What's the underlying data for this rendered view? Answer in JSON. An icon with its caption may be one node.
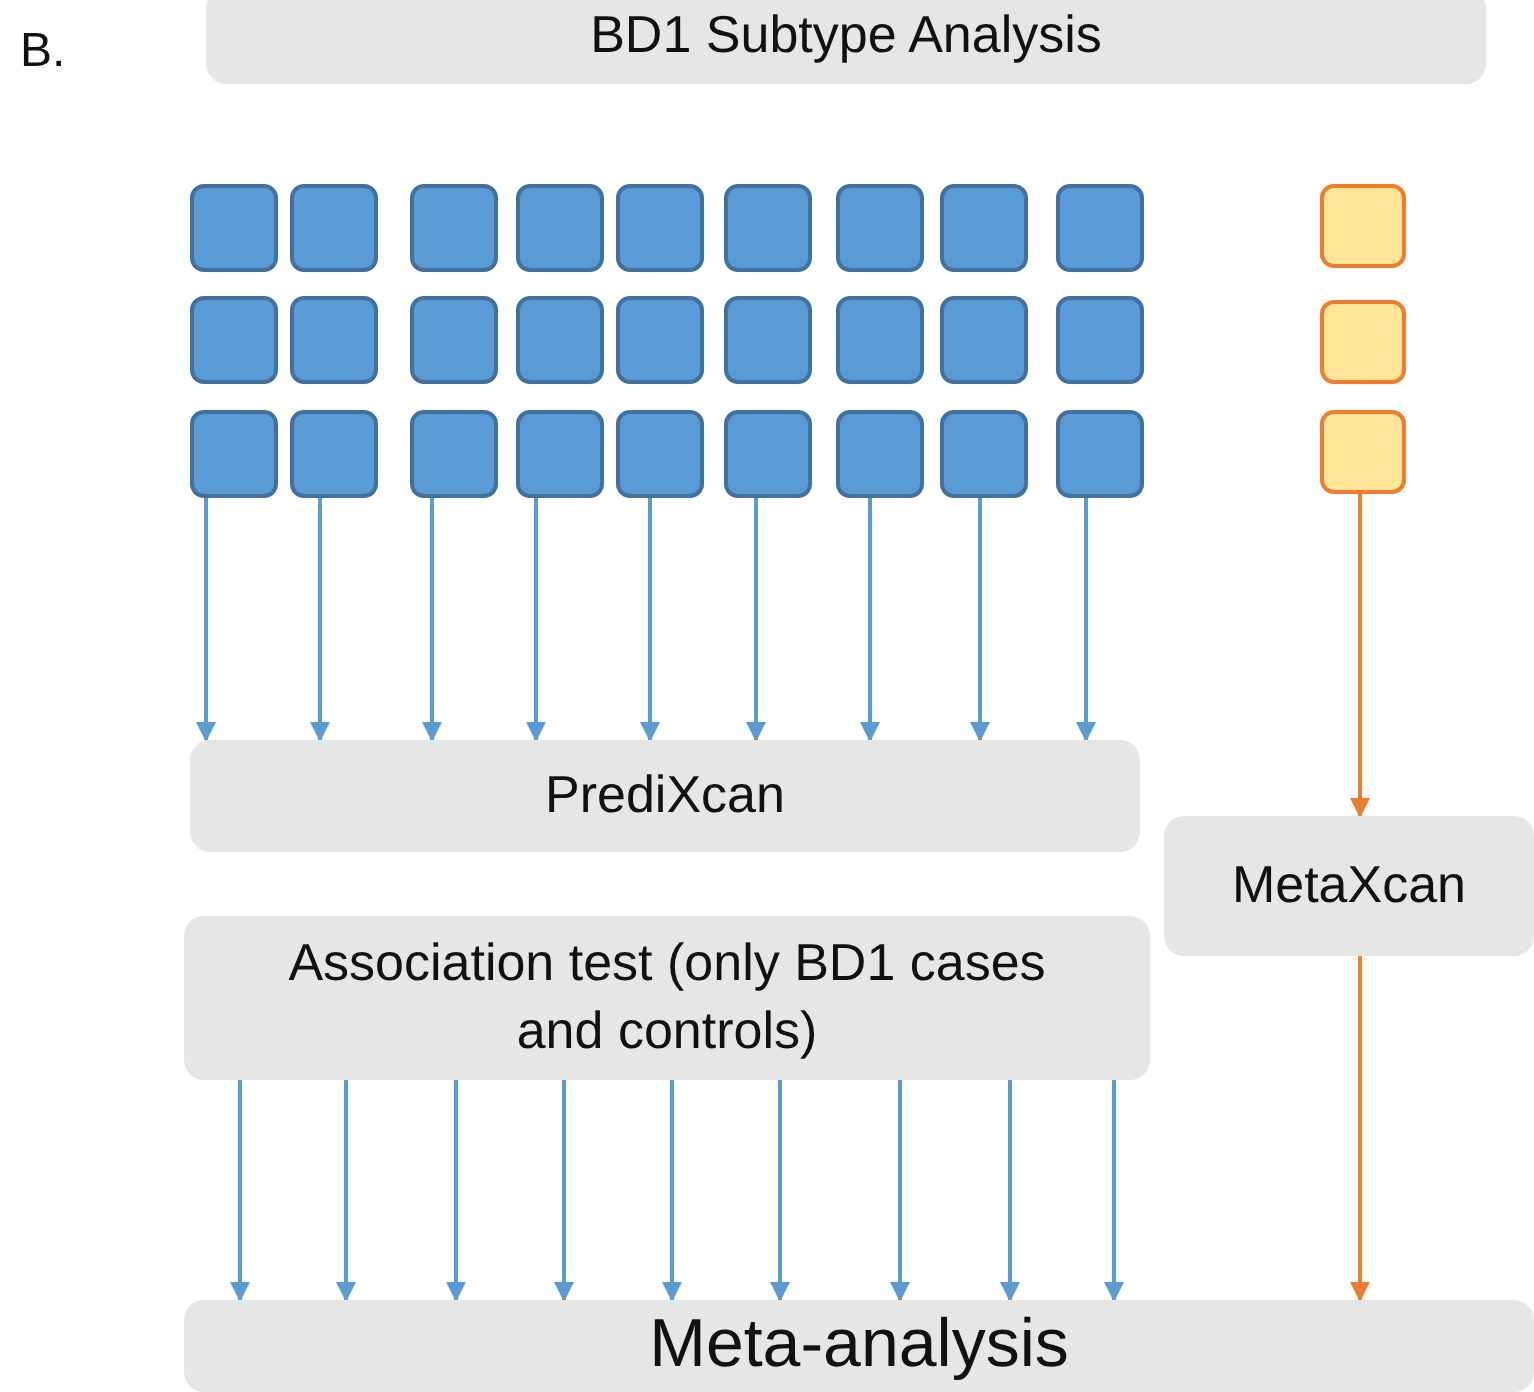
{
  "diagram": {
    "nodes": [
      {
        "text": [
          "BD1 Subtype Analysis"
        ]
      },
      {
        "text": [],
        "shape": "box"
      },
      {
        "text": [],
        "shape": "box"
      },
      {
        "text": [],
        "shape": "box"
      },
      {
        "text": [],
        "shape": "box"
      },
      {
        "text": [],
        "shape": "box"
      },
      {
        "text": [],
        "shape": "box"
      },
      {
        "text": [],
        "shape": "box"
      },
      {
        "text": [],
        "shape": "box"
      },
      {
        "text": [],
        "shape": "box"
      },
      {
        "text": [],
        "shape": "box"
      },
      {
        "text": [],
        "shape": "box"
      },
      {
        "text": [],
        "shape": "box"
      },
      {
        "text": [],
        "shape": "box"
      },
      {
        "text": [],
        "shape": "box"
      },
      {
        "text": [],
        "shape": "box"
      },
      {
        "text": [],
        "shape": "box"
      },
      {
        "text": [],
        "shape": "box"
      },
      {
        "text": [],
        "shape": "box"
      },
      {
        "text": [],
        "shape": "box"
      },
      {
        "text": [],
        "shape": "box"
      },
      {
        "text": [],
        "shape": "box"
      },
      {
        "text": [],
        "shape": "box"
      },
      {
        "text": [],
        "shape": "box"
      },
      {
        "text": [],
        "shape": "box"
      },
      {
        "text": [],
        "shape": "box"
      },
      {
        "text": [],
        "shape": "box"
      },
      {
        "text": [],
        "shape": "box"
      },
      {
        "text": [],
        "shape": "box"
      },
      {
        "text": [],
        "shape": "box"
      },
      {
        "text": [],
        "shape": "box"
      },
      {
        "text": [
          "PrediXcan"
        ]
      },
      {
        "text": [
          "MetaXcan"
        ]
      },
      {
        "text": [
          "Association test (only BD1 cases and controls)"
        ]
      },
      {
        "text": [
          "Meta-analysis"
        ]
      }
    ],
    "edges": [
      {
        "from": 19,
        "to": 31,
        "arrow": "to"
      },
      {
        "from": 20,
        "to": 31,
        "arrow": "to"
      },
      {
        "from": 21,
        "to": 31,
        "arrow": "to"
      },
      {
        "from": 22,
        "to": 31,
        "arrow": "to"
      },
      {
        "from": 23,
        "to": 31,
        "arrow": "to"
      },
      {
        "from": 24,
        "to": 31,
        "arrow": "to"
      },
      {
        "from": 25,
        "to": 31,
        "arrow": "to"
      },
      {
        "from": 26,
        "to": 31,
        "arrow": "to"
      },
      {
        "from": 27,
        "to": 31,
        "arrow": "to"
      },
      {
        "from": 30,
        "to": 32,
        "arrow": "to",
        "color": "#ed7d31"
      },
      {
        "from": 33,
        "to": 34,
        "arrow": "to"
      },
      {
        "from": 33,
        "to": 34,
        "arrow": "to"
      },
      {
        "from": 33,
        "to": 34,
        "arrow": "to"
      },
      {
        "from": 33,
        "to": 34,
        "arrow": "to"
      },
      {
        "from": 33,
        "to": 34,
        "arrow": "to"
      },
      {
        "from": 33,
        "to": 34,
        "arrow": "to"
      },
      {
        "from": 33,
        "to": 34,
        "arrow": "to"
      },
      {
        "from": 33,
        "to": 34,
        "arrow": "to"
      },
      {
        "from": 33,
        "to": 34,
        "arrow": "to"
      },
      {
        "from": 32,
        "to": 34,
        "arrow": "to",
        "color": "#ed7d31"
      }
    ],
    "labels": [
      "B."
    ]
  }
}
